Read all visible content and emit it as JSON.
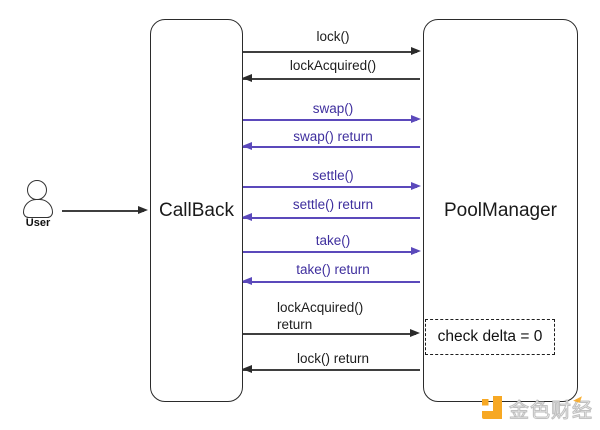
{
  "diagram": {
    "actor": {
      "label": "User"
    },
    "lifelines": [
      {
        "id": "callback",
        "label": "CallBack"
      },
      {
        "id": "poolmanager",
        "label": "PoolManager"
      }
    ],
    "messages": [
      {
        "label": "lock()",
        "direction": "right",
        "style": "black"
      },
      {
        "label": "lockAcquired()",
        "direction": "left",
        "style": "black"
      },
      {
        "label": "swap()",
        "direction": "right",
        "style": "purple"
      },
      {
        "label": "swap() return",
        "direction": "left",
        "style": "purple"
      },
      {
        "label": "settle()",
        "direction": "right",
        "style": "purple"
      },
      {
        "label": "settle() return",
        "direction": "left",
        "style": "purple"
      },
      {
        "label": "take()",
        "direction": "right",
        "style": "purple"
      },
      {
        "label": "take() return",
        "direction": "left",
        "style": "purple"
      },
      {
        "label": "lockAcquired()\nreturn",
        "direction": "right",
        "style": "black"
      },
      {
        "label": "lock() return",
        "direction": "left",
        "style": "black"
      }
    ],
    "note": {
      "label": "check delta = 0"
    },
    "watermark": {
      "label": "金色财经"
    }
  },
  "colors": {
    "message_black_text": "#1d1d1d",
    "message_black_line": "#3f3f3f",
    "message_purple_text": "#3f2f9e",
    "message_purple_line": "#5b49bb",
    "box_border": "#2b2b2b",
    "watermark_orange": "#f7a823",
    "background": "#ffffff"
  }
}
